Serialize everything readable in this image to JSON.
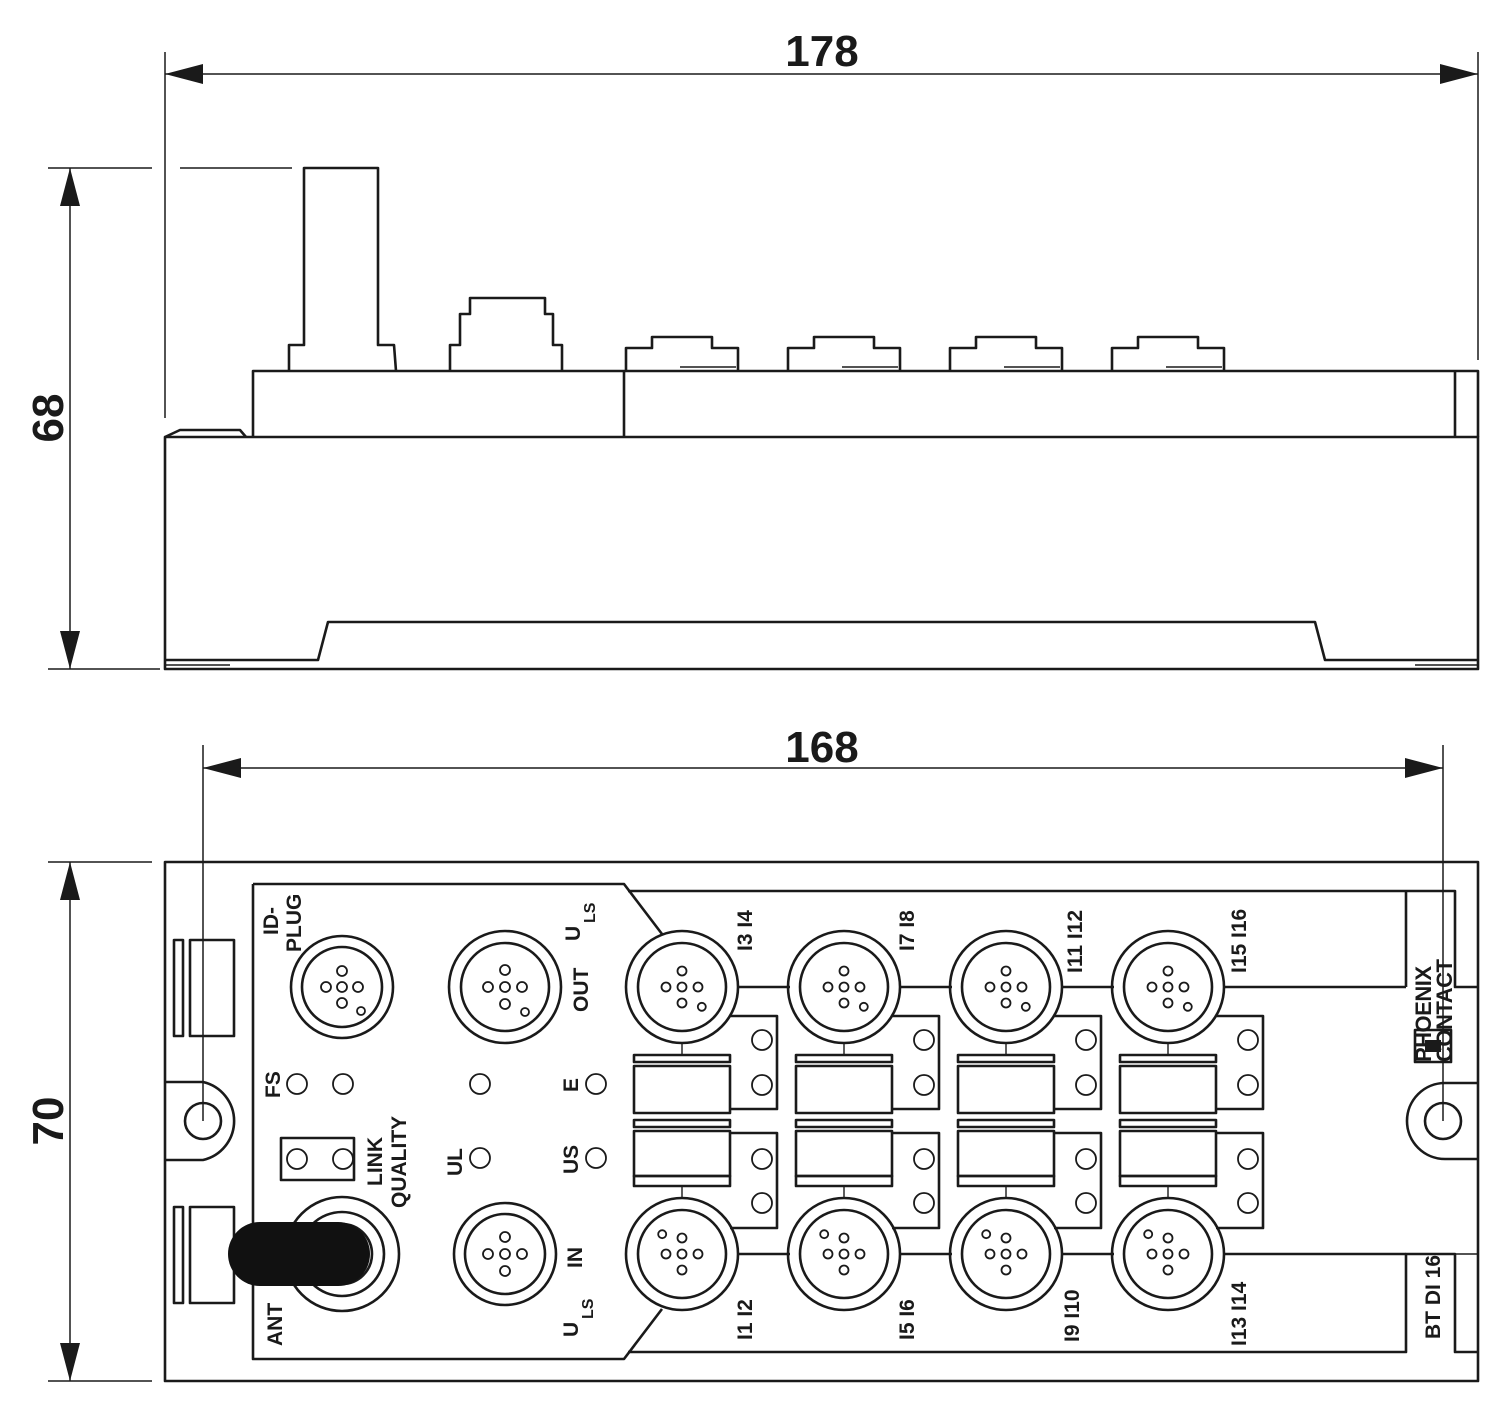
{
  "dimensions": {
    "side_width": "178",
    "side_height": "68",
    "top_width": "168",
    "top_height": "70"
  },
  "labels": {
    "id_plug_line1": "ID-",
    "id_plug_line2": "PLUG",
    "uls_out_main": "U",
    "uls_out_sub": "LS",
    "out": "OUT",
    "in": "IN",
    "uls_in_main": "U",
    "uls_in_sub": "LS",
    "fs": "FS",
    "e": "E",
    "ul": "UL",
    "us": "US",
    "link": "LINK",
    "quality": "QUALITY",
    "ant": "ANT",
    "top_ports": [
      "I3 I4",
      "I7 I8",
      "I11 I12",
      "I15 I16"
    ],
    "bottom_ports": [
      "I1 I2",
      "I5 I6",
      "I9 I10",
      "I13 I14"
    ],
    "brand_line1": "PHOENIX",
    "brand_line2": "CONTACT",
    "model": "BT DI 16"
  }
}
